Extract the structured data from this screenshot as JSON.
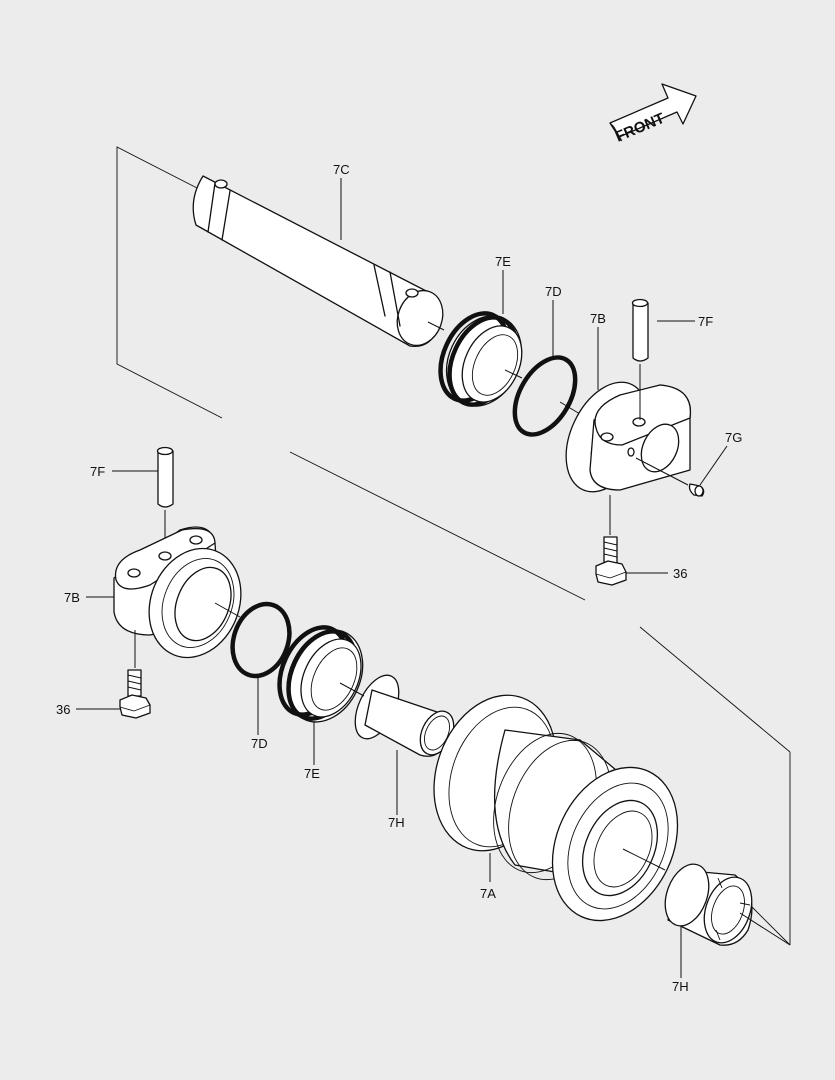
{
  "front_label": "FRONT",
  "labels": {
    "shaft": "7C",
    "seal_upper": "7E",
    "oring_upper": "7D",
    "collar_upper": "7B",
    "pin_upper": "7F",
    "setscrew": "7G",
    "bolt_upper": "36",
    "pin_lower": "7F",
    "collar_lower": "7B",
    "bolt_lower": "36",
    "oring_lower": "7D",
    "seal_lower": "7E",
    "bushing_left": "7H",
    "roller": "7A",
    "bushing_right": "7H"
  }
}
